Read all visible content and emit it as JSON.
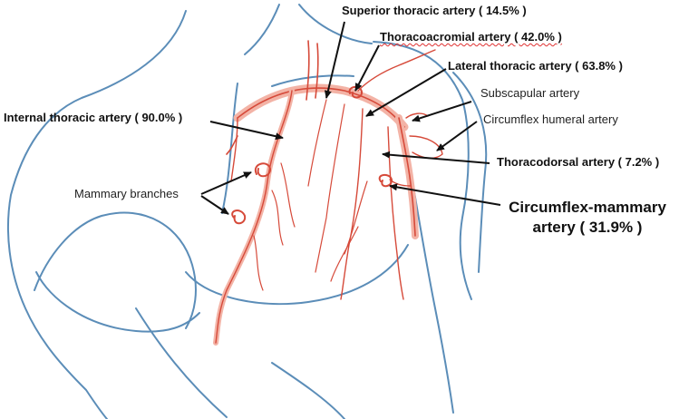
{
  "labels": {
    "superior_thoracic": "Superior thoracic artery ( 14.5% )",
    "thoracoacromial": "Thoracoacromial artery ( 42.0% )",
    "lateral_thoracic": "Lateral thoracic artery ( 63.8% )",
    "subscapular": "Subscapular artery",
    "internal_thoracic": "Internal thoracic artery ( 90.0% )",
    "circumflex_humeral": "Circumflex humeral artery",
    "thoracodorsal": "Thoracodorsal artery ( 7.2% )",
    "mammary_branches": "Mammary branches",
    "circumflex_mammary_line1": "Circumflex-mammary",
    "circumflex_mammary_line2": "artery ( 31.9% )"
  },
  "colors": {
    "body_outline": "#5b8db8",
    "artery_outline": "#d64a3a",
    "artery_fill": "#f3b3a6",
    "arrow": "#111111",
    "spellcheck_underline": "#e03030"
  }
}
